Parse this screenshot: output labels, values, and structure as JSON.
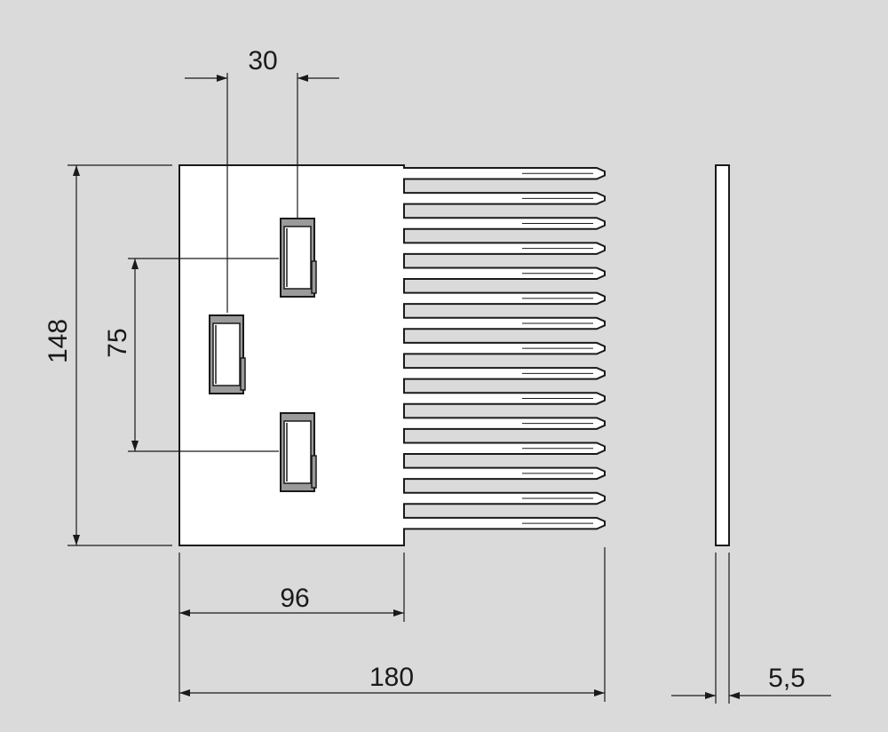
{
  "colors": {
    "background": "#dadada",
    "part_fill": "#ffffff",
    "outline": "#1a1a1a",
    "clip_fill": "#9a9a9a"
  },
  "dimensions": {
    "clip_spacing": "30",
    "height": "148",
    "clip_pitch": "75",
    "plate_width": "96",
    "total_width": "180",
    "thickness": "5,5"
  },
  "teeth_count": 15
}
